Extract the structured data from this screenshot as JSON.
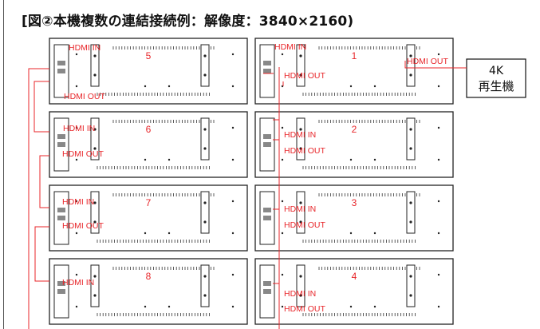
{
  "title": "[図②本機複数の連結接続例：解像度：3840×2160)",
  "labels": {
    "hdmi_in": "HDMI IN",
    "hdmi_out": "HDMI OUT"
  },
  "player": {
    "line1": "4K",
    "line2": "再生機"
  },
  "units": [
    {
      "number": "5"
    },
    {
      "number": "1"
    },
    {
      "number": "6"
    },
    {
      "number": "2"
    },
    {
      "number": "7"
    },
    {
      "number": "3"
    },
    {
      "number": "8"
    },
    {
      "number": "4"
    }
  ],
  "colors": {
    "cable": "#e8262a",
    "outline": "#222222"
  }
}
